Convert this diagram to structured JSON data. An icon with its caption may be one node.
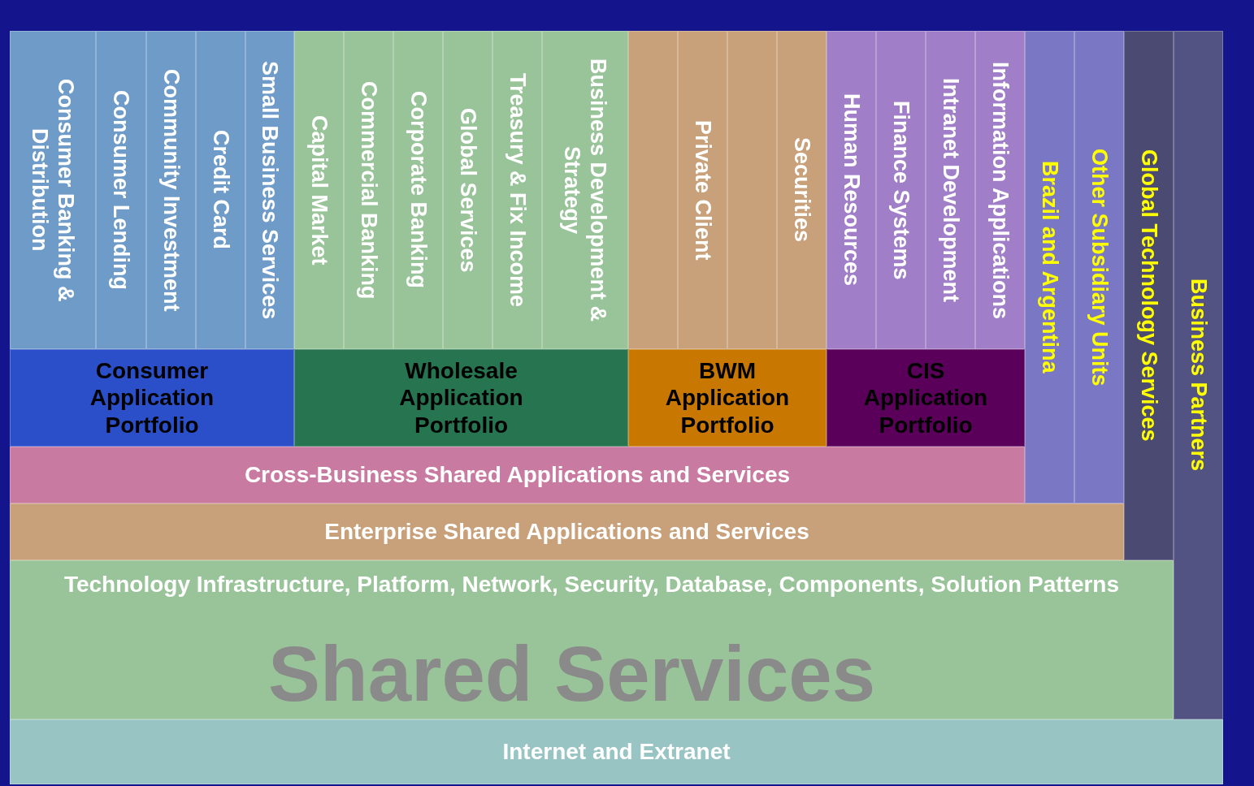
{
  "diagram": {
    "nodes": [
      {
        "text": [
          "Consumer Banking & Distribution"
        ]
      },
      {
        "text": [
          "Consumer Lending"
        ]
      },
      {
        "text": [
          "Community Investment"
        ]
      },
      {
        "text": [
          "Credit Card"
        ]
      },
      {
        "text": [
          "Small Business Services"
        ]
      },
      {
        "text": [
          "Capital Market"
        ]
      },
      {
        "text": [
          "Commercial Banking"
        ]
      },
      {
        "text": [
          "Corporate Banking"
        ]
      },
      {
        "text": [
          "Global Services"
        ]
      },
      {
        "text": [
          "Treasury & Fix Income"
        ]
      },
      {
        "text": [
          "Business Development & Strategy"
        ]
      },
      {
        "text": [],
        "shape": "box"
      },
      {
        "text": [
          "Private Client"
        ]
      },
      {
        "text": [],
        "shape": "box"
      },
      {
        "text": [
          "Securities"
        ]
      },
      {
        "text": [
          "Human Resources"
        ]
      },
      {
        "text": [
          "Finance Systems"
        ]
      },
      {
        "text": [
          "Intranet Development"
        ]
      },
      {
        "text": [
          "Information Applications"
        ]
      },
      {
        "text": [
          "Brazil and Argentina"
        ]
      },
      {
        "text": [
          "Other Subsidiary Units"
        ]
      },
      {
        "text": [
          "Global Technology Services"
        ]
      },
      {
        "text": [
          "Business Partners"
        ]
      },
      {
        "text": [
          "Consumer Application Portfolio"
        ]
      },
      {
        "text": [
          "Wholesale Application Portfolio"
        ]
      },
      {
        "text": [
          "BWM Application Portfolio"
        ]
      },
      {
        "text": [
          "CIS Application Portfolio"
        ]
      },
      {
        "text": [
          "Cross-Business Shared Applications and Services"
        ]
      },
      {
        "text": [
          "Enterprise Shared Applications and Services"
        ]
      },
      {
        "text": [
          "Technology Infrastructure, Platform, Network, Security, Database, Components, Solution Patterns"
        ]
      },
      {
        "text": [
          "Internet and Extranet"
        ]
      }
    ],
    "edges": [],
    "labels": [
      "Shared Services"
    ]
  }
}
